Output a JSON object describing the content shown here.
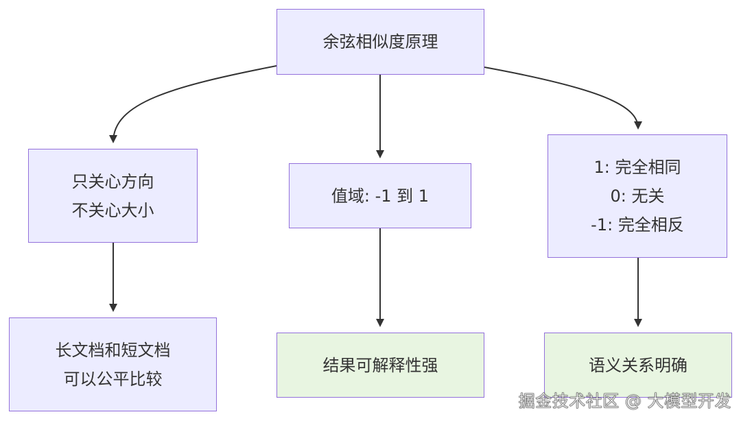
{
  "diagram": {
    "root": {
      "label": "余弦相似度原理"
    },
    "branches": [
      {
        "lines": [
          "只关心方向",
          "不关心大小"
        ],
        "child": {
          "lines": [
            "长文档和短文档",
            "可以公平比较"
          ]
        }
      },
      {
        "lines": [
          "值域: -1 到 1"
        ],
        "child": {
          "lines": [
            "结果可解释性强"
          ]
        }
      },
      {
        "lines": [
          "1: 完全相同",
          "0: 无关",
          "-1: 完全相反"
        ],
        "child": {
          "lines": [
            "语义关系明确"
          ]
        }
      }
    ],
    "colors": {
      "node_fill": "#ececff",
      "node_border": "#9370db",
      "leaf_fill": "#e8f5e1",
      "edge": "#333333"
    }
  },
  "watermark": "掘金技术社区 @ 大模型开发"
}
